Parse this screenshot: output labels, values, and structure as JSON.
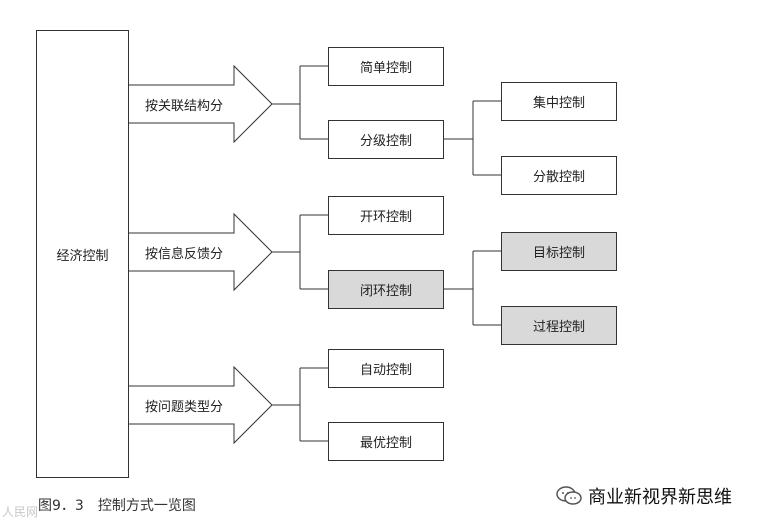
{
  "root": {
    "label": "经济控制"
  },
  "categories": [
    {
      "label": "按关联结构分",
      "children": [
        {
          "label": "简单控制",
          "shaded": false,
          "children": []
        },
        {
          "label": "分级控制",
          "shaded": false,
          "children": [
            {
              "label": "集中控制",
              "shaded": false
            },
            {
              "label": "分散控制",
              "shaded": false
            }
          ]
        }
      ]
    },
    {
      "label": "按信息反馈分",
      "children": [
        {
          "label": "开环控制",
          "shaded": false,
          "children": []
        },
        {
          "label": "闭环控制",
          "shaded": true,
          "children": [
            {
              "label": "目标控制",
              "shaded": true
            },
            {
              "label": "过程控制",
              "shaded": true
            }
          ]
        }
      ]
    },
    {
      "label": "按问题类型分",
      "children": [
        {
          "label": "自动控制",
          "shaded": false,
          "children": []
        },
        {
          "label": "最优控制",
          "shaded": false,
          "children": []
        }
      ]
    }
  ],
  "caption": "图9．3　控制方式一览图",
  "watermark_left": "人民网",
  "watermark_right": "商业新视界新思维",
  "icons": {
    "wechat": "wechat-icon"
  },
  "colors": {
    "shaded": "#d9d9d9",
    "border": "#333333"
  }
}
